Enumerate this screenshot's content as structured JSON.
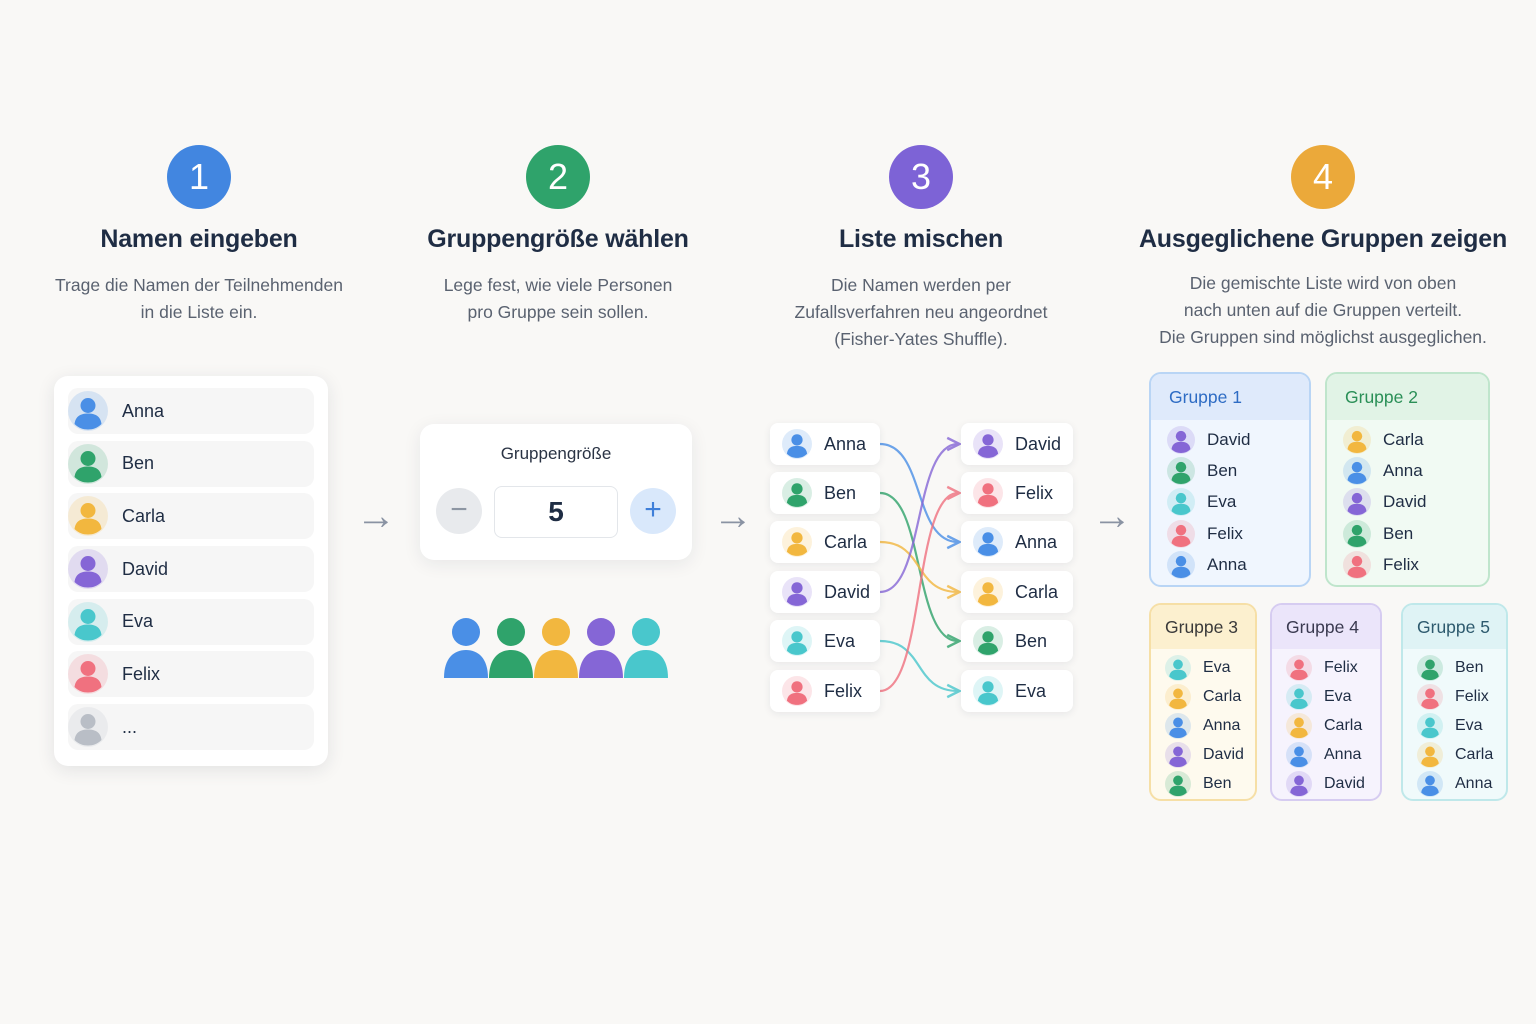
{
  "steps": [
    {
      "number": "1",
      "title": "Namen eingeben",
      "desc": [
        "Trage die Namen der Teilnehmenden",
        "in die Liste ein."
      ],
      "color": "#4286e0"
    },
    {
      "number": "2",
      "title": "Gruppengröße wählen",
      "desc": [
        "Lege fest, wie viele Personen",
        "pro Gruppe sein sollen."
      ],
      "color": "#2fa36b"
    },
    {
      "number": "3",
      "title": "Liste mischen",
      "desc": [
        "Die Namen werden per",
        "Zufallsverfahren neu angeordnet",
        "(Fisher-Yates Shuffle)."
      ],
      "color": "#7d63d6"
    },
    {
      "number": "4",
      "title": "Ausgeglichene Gruppen zeigen",
      "desc": [
        "Die gemischte Liste wird von oben",
        "nach unten auf die Gruppen verteilt.",
        "Die Gruppen sind möglichst ausgeglichen."
      ],
      "color": "#eba93a"
    }
  ],
  "colors": {
    "Anna": "#4a8fe6",
    "Ben": "#2fa36b",
    "Carla": "#f2b73f",
    "David": "#8566d6",
    "Eva": "#49c7cc",
    "Felix": "#f0717f",
    "...": "#b9bec6"
  },
  "names": [
    "Anna",
    "Ben",
    "Carla",
    "David",
    "Eva",
    "Felix",
    "..."
  ],
  "group_size": {
    "label": "Gruppengröße",
    "value": "5",
    "minus": "−",
    "plus": "+"
  },
  "people_icons": [
    "#4a8fe6",
    "#2fa36b",
    "#f2b73f",
    "#8566d6",
    "#49c7cc"
  ],
  "shuffle": {
    "left": [
      "Anna",
      "Ben",
      "Carla",
      "David",
      "Eva",
      "Felix"
    ],
    "right": [
      "David",
      "Felix",
      "Anna",
      "Carla",
      "Ben",
      "Eva"
    ]
  },
  "arrow": "→",
  "groups": [
    {
      "name": "Gruppe 1",
      "members": [
        "David",
        "Ben",
        "Eva",
        "Felix",
        "Anna"
      ],
      "border": "#b9d5f5",
      "bg": "#f0f6fe",
      "head_bg": "#dfeafb",
      "text": "#2e6cc4"
    },
    {
      "name": "Gruppe 2",
      "members": [
        "Carla",
        "Anna",
        "David",
        "Ben",
        "Felix"
      ],
      "border": "#bfe5cc",
      "bg": "#f1faf3",
      "head_bg": "#e1f3e6",
      "text": "#2a8f57"
    },
    {
      "name": "Gruppe 3",
      "members": [
        "Eva",
        "Carla",
        "Anna",
        "David",
        "Ben"
      ],
      "border": "#f6dfa6",
      "bg": "#fefaee",
      "head_bg": "#fcf0cf",
      "text": "#3a3a3a"
    },
    {
      "name": "Gruppe 4",
      "members": [
        "Felix",
        "Eva",
        "Carla",
        "Anna",
        "David"
      ],
      "border": "#d6ccf1",
      "bg": "#f6f3fd",
      "head_bg": "#ebe5fa",
      "text": "#3a3a50"
    },
    {
      "name": "Gruppe 5",
      "members": [
        "Ben",
        "Felix",
        "Eva",
        "Carla",
        "Anna"
      ],
      "border": "#bfe8ea",
      "bg": "#f0fafb",
      "head_bg": "#dff3f5",
      "text": "#2d5a6e"
    }
  ]
}
